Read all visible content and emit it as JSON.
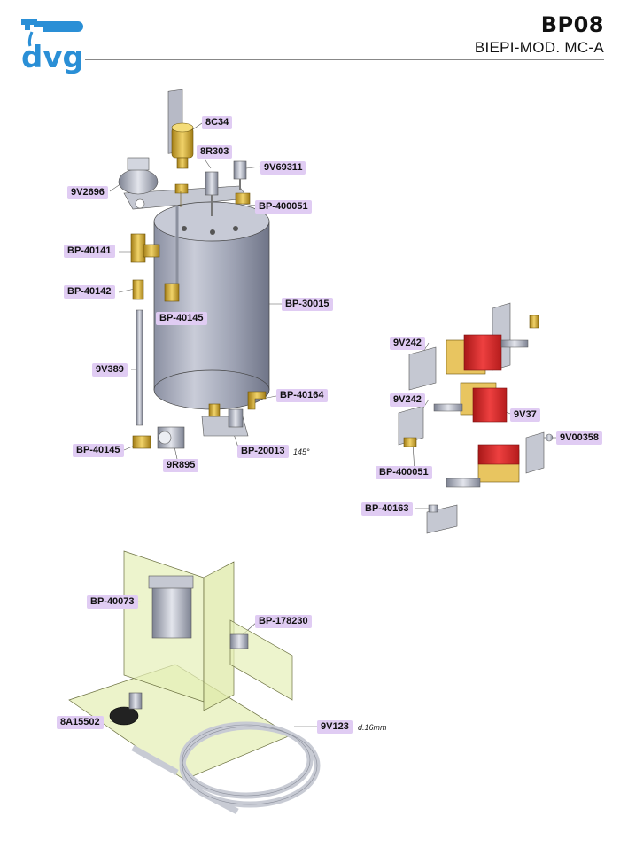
{
  "header": {
    "brand": "dvg",
    "code": "BP08",
    "model": "BIEPI-MOD. MC-A"
  },
  "colors": {
    "brand_blue": "#2a8fd6",
    "label_bg": "#e0ccf3",
    "brass": "#d8b23a",
    "steel": "#a9aebb",
    "coil_red": "#d42a2a",
    "frame_green": "#e6efb8"
  },
  "parts": [
    {
      "code": "8C34"
    },
    {
      "code": "8R303"
    },
    {
      "code": "9V69311"
    },
    {
      "code": "9V2696"
    },
    {
      "code": "BP-400051"
    },
    {
      "code": "BP-40141"
    },
    {
      "code": "BP-40142"
    },
    {
      "code": "BP-40145"
    },
    {
      "code": "BP-30015"
    },
    {
      "code": "9V389"
    },
    {
      "code": "BP-40164"
    },
    {
      "code": "BP-40145"
    },
    {
      "code": "9R895"
    },
    {
      "code": "BP-20013",
      "note": "145°"
    },
    {
      "code": "9V242"
    },
    {
      "code": "9V242"
    },
    {
      "code": "9V37"
    },
    {
      "code": "9V00358"
    },
    {
      "code": "BP-400051"
    },
    {
      "code": "BP-40163"
    },
    {
      "code": "BP-40073"
    },
    {
      "code": "BP-178230"
    },
    {
      "code": "8A15502"
    },
    {
      "code": "9V123",
      "note": "d.16mm"
    }
  ]
}
